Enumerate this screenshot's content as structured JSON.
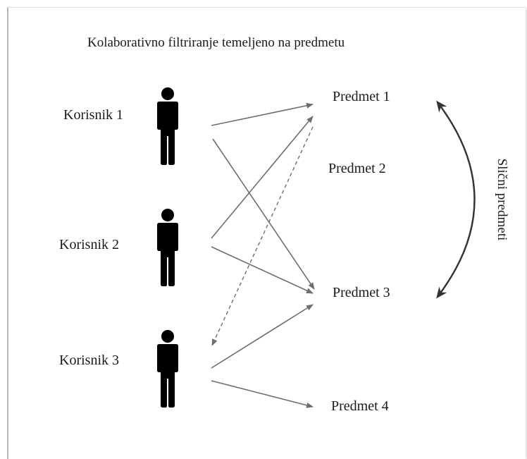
{
  "title": "Kolaborativno filtriranje temeljeno na predmetu",
  "users": [
    "Korisnik 1",
    "Korisnik 2",
    "Korisnik 3"
  ],
  "items": [
    "Predmet 1",
    "Predmet 2",
    "Predmet 3",
    "Predmet 4"
  ],
  "similarity_label": "Slični predmeti",
  "colors": {
    "text": "#1a1a1a",
    "arrow": "#6e6e6e",
    "person": "#000000"
  },
  "icons": [
    "person-icon"
  ],
  "links": [
    {
      "from": "Korisnik 1",
      "to": "Predmet 1",
      "style": "solid"
    },
    {
      "from": "Korisnik 1",
      "to": "Predmet 3",
      "style": "solid"
    },
    {
      "from": "Korisnik 2",
      "to": "Predmet 1",
      "style": "solid"
    },
    {
      "from": "Korisnik 2",
      "to": "Predmet 3",
      "style": "solid"
    },
    {
      "from": "Korisnik 3",
      "to": "Predmet 3",
      "style": "solid"
    },
    {
      "from": "Korisnik 3",
      "to": "Predmet 4",
      "style": "solid"
    },
    {
      "from": "Predmet 1",
      "to": "Korisnik 3",
      "style": "dashed"
    }
  ],
  "similarity": {
    "between": [
      "Predmet 1",
      "Predmet 3"
    ],
    "style": "double-headed-curve"
  }
}
